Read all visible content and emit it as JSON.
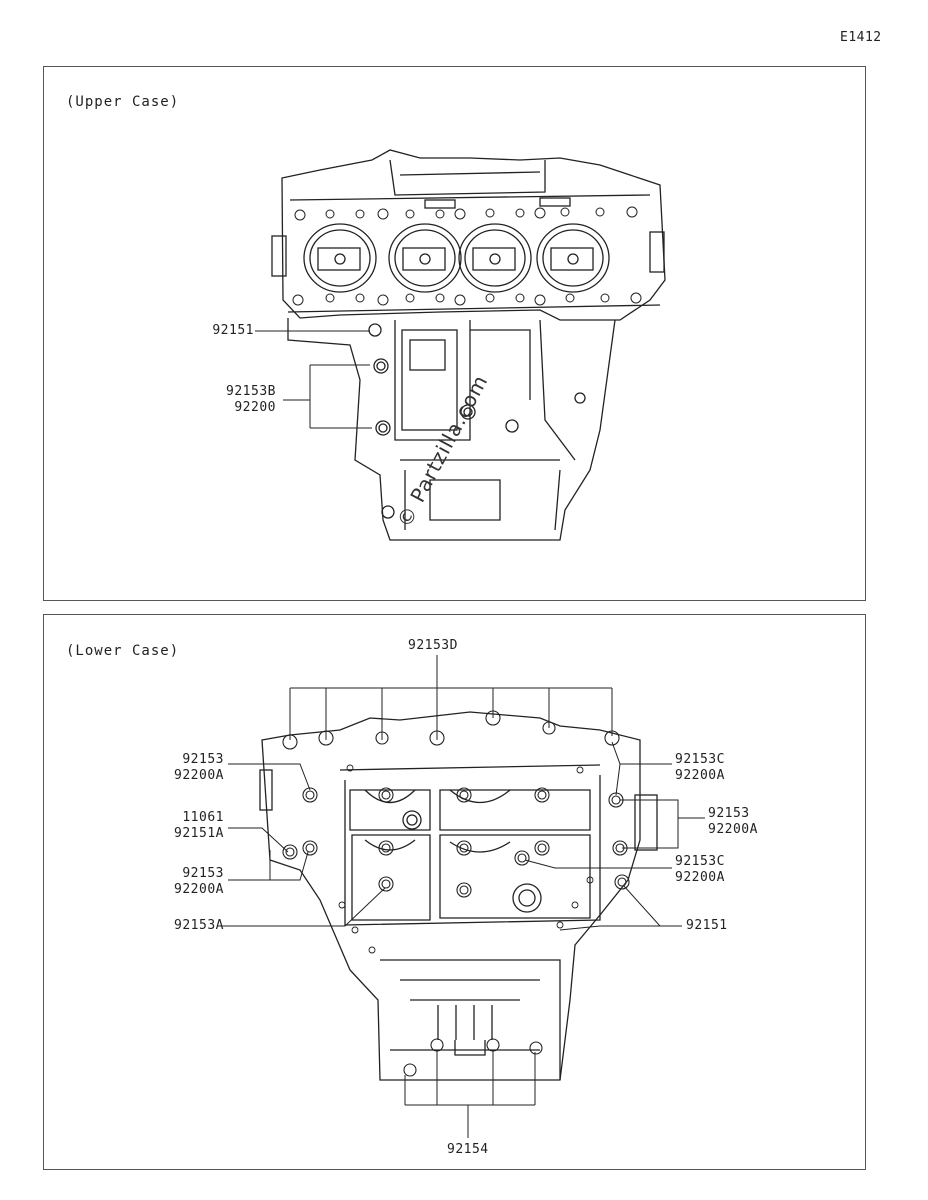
{
  "diagram_code": "E1412",
  "watermark": "© Partzilla.com",
  "upper_case": {
    "title": "(Upper Case)",
    "labels": {
      "a": "92151",
      "b1": "92153B",
      "b2": "92200"
    }
  },
  "lower_case": {
    "title": "(Lower Case)",
    "labels": {
      "top": "92153D",
      "l1a": "92153",
      "l1b": "92200A",
      "l2a": "11061",
      "l2b": "92151A",
      "l3a": "92153",
      "l3b": "92200A",
      "l4": "92153A",
      "r1a": "92153C",
      "r1b": "92200A",
      "r2a": "92153",
      "r2b": "92200A",
      "r3a": "92153C",
      "r3b": "92200A",
      "r4": "92151",
      "bottom": "92154"
    }
  }
}
